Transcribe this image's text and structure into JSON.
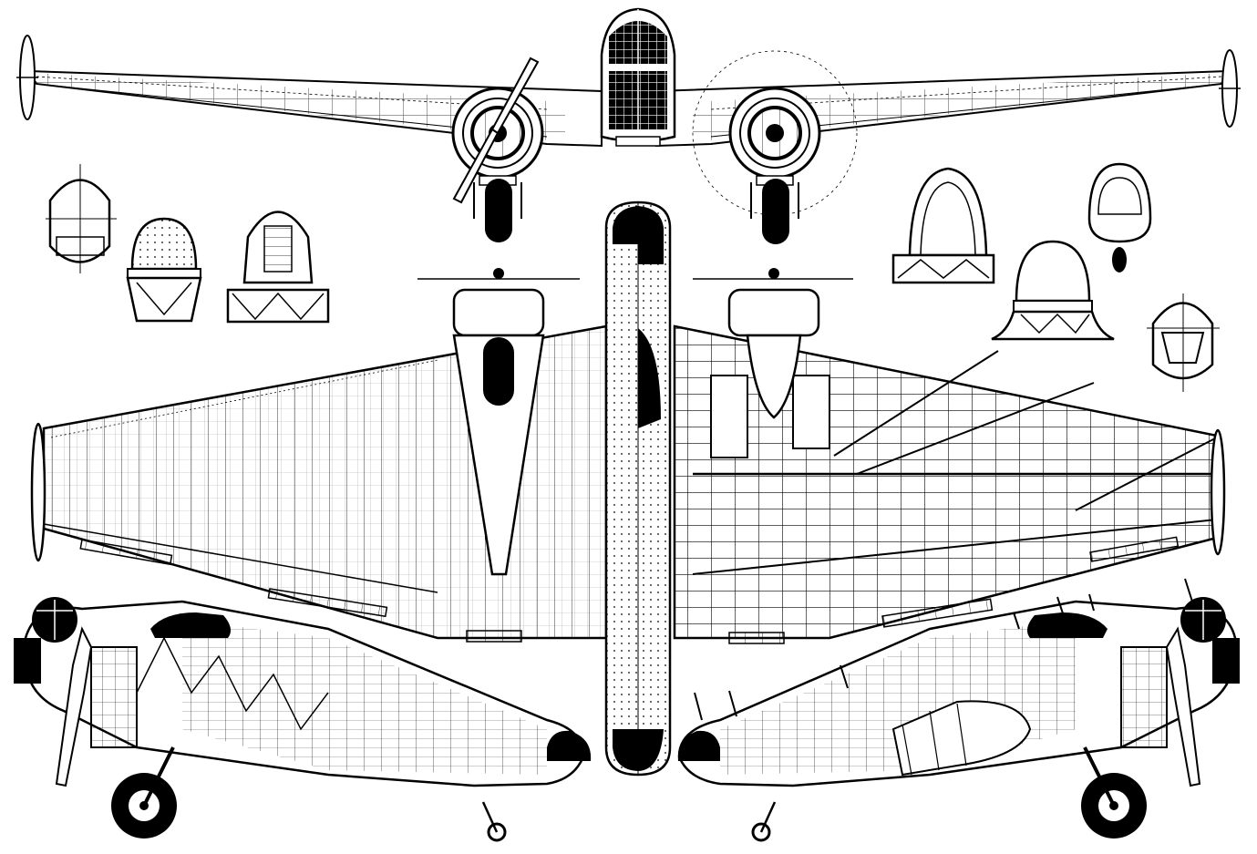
{
  "figure": {
    "kind": "three-view technical line drawing of a twin-engine aircraft",
    "ink_color": "#000000",
    "paper_color": "#ffffff",
    "views": [
      {
        "id": "front-view"
      },
      {
        "id": "plan-view"
      },
      {
        "id": "side-view-left"
      },
      {
        "id": "side-view-right"
      },
      {
        "id": "section-details"
      }
    ]
  }
}
